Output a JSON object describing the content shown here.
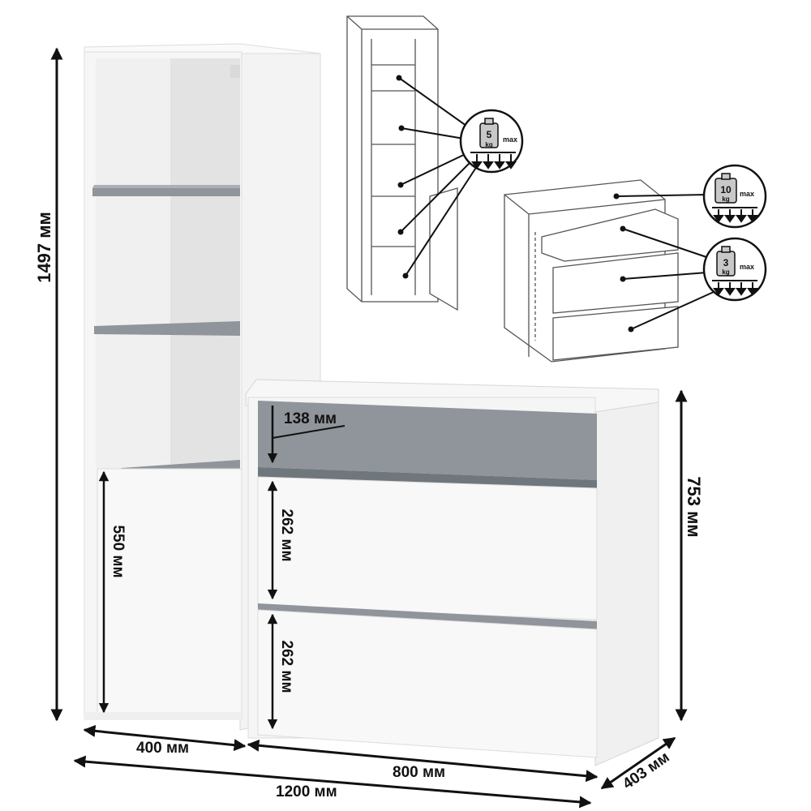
{
  "dimensions": {
    "total_height": "1497 мм",
    "door_height": "550 мм",
    "top_drawer": "138 мм",
    "middle_drawer": "262 мм",
    "bottom_drawer": "262 мм",
    "dresser_height": "753 мм",
    "depth": "403 мм",
    "shelf_width": "400 мм",
    "dresser_width": "800 мм",
    "total_width": "1200 мм"
  },
  "load_badges": {
    "shelf": {
      "value": "5",
      "unit": "kg",
      "suffix": "max"
    },
    "top": {
      "value": "10",
      "unit": "kg",
      "suffix": "max"
    },
    "drawer": {
      "value": "3",
      "unit": "kg",
      "suffix": "max"
    }
  },
  "colors": {
    "body": "#f5f5f5",
    "inner": "#e4e4e4",
    "accent_gray": "#8f959b",
    "line": "#111111",
    "outline": "#555555"
  }
}
